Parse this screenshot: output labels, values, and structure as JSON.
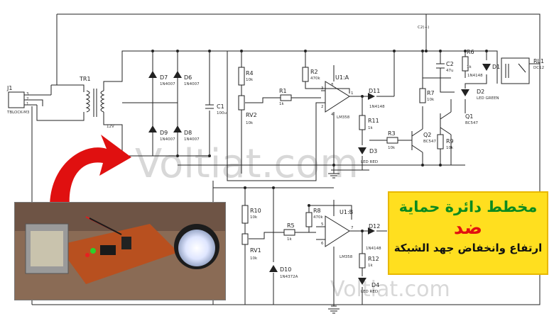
{
  "watermarks": [
    "Voltiat.com",
    "Voltiat.com"
  ],
  "caption": {
    "line1": "مخطط دائرة حماية",
    "line2": "ضد",
    "line3": "ارتفاع وانخفاض جهد الشبكة"
  },
  "colors": {
    "caption_bg": "#ffdf1f",
    "line1": "#0c8a1f",
    "line2": "#e11010",
    "arrow": "#e01010"
  },
  "components": {
    "J1": {
      "ref": "J1",
      "value": "TBLOCK-M3"
    },
    "TR1": {
      "ref": "TR1",
      "value": "12V"
    },
    "D7": {
      "ref": "D7",
      "value": "1N4007"
    },
    "D6": {
      "ref": "D6",
      "value": "1N4007"
    },
    "D9": {
      "ref": "D9",
      "value": "1N4007"
    },
    "D8": {
      "ref": "D8",
      "value": "1N4007"
    },
    "C1": {
      "ref": "C1",
      "value": "100u"
    },
    "R4": {
      "ref": "R4",
      "value": "10k"
    },
    "RV2": {
      "ref": "RV2",
      "value": "10k"
    },
    "R1": {
      "ref": "R1",
      "value": "1k"
    },
    "R2": {
      "ref": "R2",
      "value": "470k"
    },
    "U1A": {
      "ref": "U1:A",
      "value": "LM358"
    },
    "D11": {
      "ref": "D11",
      "value": "1N4148"
    },
    "R11": {
      "ref": "R11",
      "value": "1k"
    },
    "D3": {
      "ref": "D3",
      "value": "LED RED"
    },
    "R3": {
      "ref": "R3",
      "value": "10k"
    },
    "Q2": {
      "ref": "Q2",
      "value": "BC547"
    },
    "R7": {
      "ref": "R7",
      "value": "10k"
    },
    "C2": {
      "ref": "C2",
      "value": "47u"
    },
    "R6": {
      "ref": "R6",
      "value": "1k"
    },
    "D1": {
      "ref": "D1",
      "value": "1N4148"
    },
    "D2": {
      "ref": "D2",
      "value": "LED GREEN"
    },
    "Q1": {
      "ref": "Q1",
      "value": "BC547"
    },
    "R9": {
      "ref": "R9",
      "value": "10k"
    },
    "RL1": {
      "ref": "RL1",
      "value": "DC12"
    },
    "R10": {
      "ref": "R10",
      "value": "10k"
    },
    "RV1": {
      "ref": "RV1",
      "value": "10k"
    },
    "R5": {
      "ref": "R5",
      "value": "1k"
    },
    "R8": {
      "ref": "R8",
      "value": "470k"
    },
    "U1B": {
      "ref": "U1:B",
      "value": "LM358"
    },
    "D12": {
      "ref": "D12",
      "value": "1N4148"
    },
    "R12": {
      "ref": "R12",
      "value": "1k"
    },
    "D4": {
      "ref": "D4",
      "value": "LED RED"
    },
    "D10": {
      "ref": "D10",
      "value": "1N4372A"
    },
    "C2_top": {
      "ref": "C2(+)"
    }
  },
  "pins": {
    "p3": "3",
    "p2": "2",
    "p1": "1",
    "p8": "8",
    "p4": "4",
    "p5": "5",
    "p6": "6",
    "p7": "7"
  }
}
